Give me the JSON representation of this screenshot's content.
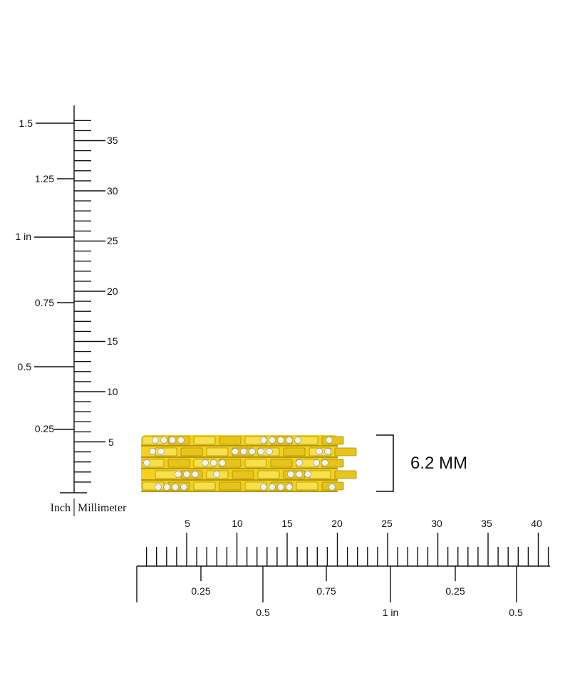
{
  "vertical_ruler": {
    "inch_labels": [
      "0.25",
      "0.5",
      "0.75",
      "1 in",
      "1.25",
      "1.5"
    ],
    "mm_labels": [
      "5",
      "10",
      "15",
      "20",
      "25",
      "30",
      "35"
    ],
    "inch_caption": "Inch",
    "mm_caption": "Millimeter"
  },
  "horizontal_ruler": {
    "mm_labels": [
      "5",
      "10",
      "15",
      "20",
      "25",
      "30",
      "35",
      "40"
    ],
    "inch_labels": [
      "0.25",
      "0.5",
      "0.75",
      "1 in",
      "0.25",
      "0.5"
    ]
  },
  "measurement": {
    "value_label": "6.2 MM"
  },
  "product": {
    "name": "ring-band",
    "metal_color": "#f2d21e",
    "stone_color": "#f4f4ee"
  }
}
